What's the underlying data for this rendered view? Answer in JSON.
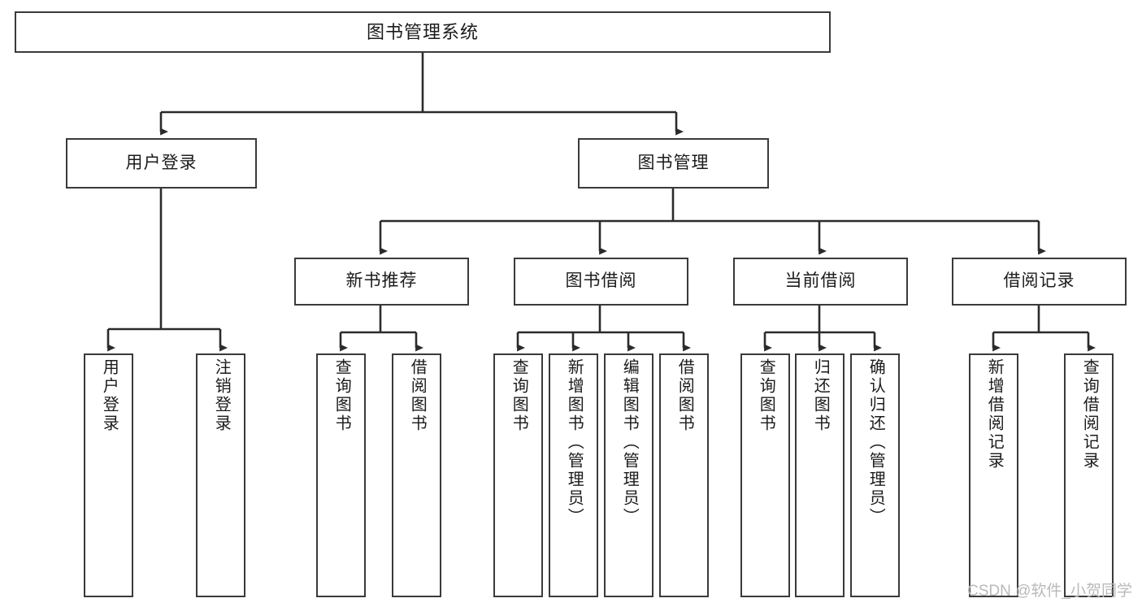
{
  "diagram": {
    "title": "图书管理系统",
    "type": "tree",
    "colors": {
      "box_border": "#3a3a3a",
      "box_fill": "#ffffff",
      "edge": "#2b2b2b",
      "text": "#1b1b1b",
      "watermark": "#b9b9b9"
    },
    "nodes": {
      "root": {
        "label": "图书管理系统"
      },
      "level2": [
        {
          "id": "user-login",
          "label": "用户登录"
        },
        {
          "id": "book-management",
          "label": "图书管理"
        }
      ],
      "level3": [
        {
          "id": "new-book-recommend",
          "label": "新书推荐"
        },
        {
          "id": "book-borrow",
          "label": "图书借阅"
        },
        {
          "id": "current-borrow",
          "label": "当前借阅"
        },
        {
          "id": "borrow-record",
          "label": "借阅记录"
        }
      ],
      "leaves": [
        {
          "id": "leaf-user-login",
          "label": "用户登录",
          "parent": "user-login"
        },
        {
          "id": "leaf-logout",
          "label": "注销登录",
          "parent": "user-login"
        },
        {
          "id": "leaf-query-book-1",
          "label": "查询图书",
          "parent": "new-book-recommend"
        },
        {
          "id": "leaf-borrow-book-1",
          "label": "借阅图书",
          "parent": "new-book-recommend"
        },
        {
          "id": "leaf-query-book-2",
          "label": "查询图书",
          "parent": "book-borrow"
        },
        {
          "id": "leaf-add-book",
          "label": "新增图书（管理员）",
          "parent": "book-borrow"
        },
        {
          "id": "leaf-edit-book",
          "label": "编辑图书（管理员）",
          "parent": "book-borrow"
        },
        {
          "id": "leaf-borrow-book-2",
          "label": "借阅图书",
          "parent": "book-borrow"
        },
        {
          "id": "leaf-query-book-3",
          "label": "查询图书",
          "parent": "current-borrow"
        },
        {
          "id": "leaf-return-book",
          "label": "归还图书",
          "parent": "current-borrow"
        },
        {
          "id": "leaf-confirm-return",
          "label": "确认归还（管理员）",
          "parent": "current-borrow"
        },
        {
          "id": "leaf-add-record",
          "label": "新增借阅记录",
          "parent": "borrow-record"
        },
        {
          "id": "leaf-query-record",
          "label": "查询借阅记录",
          "parent": "borrow-record"
        }
      ]
    },
    "watermark": "CSDN @软件_小贺同学"
  }
}
